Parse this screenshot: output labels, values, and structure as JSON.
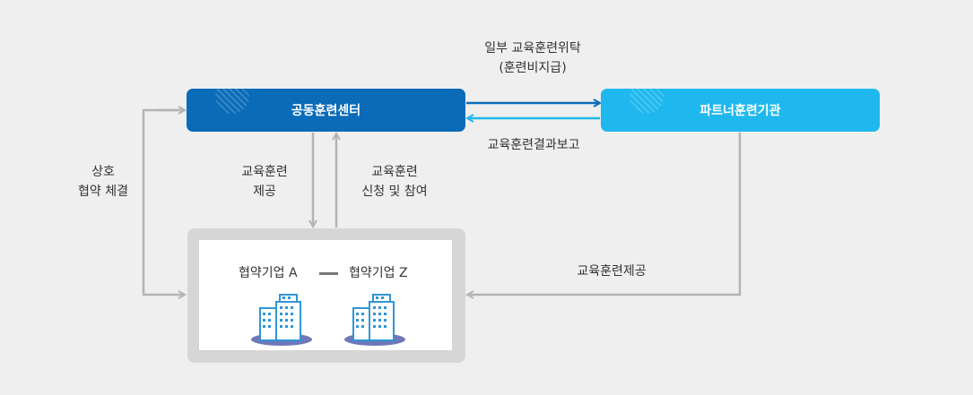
{
  "nodes": {
    "center": "공동훈련센터",
    "partner": "파트너훈련기관"
  },
  "edges": {
    "top_line1": "일부 교육훈련위탁",
    "top_line2": "(훈련비지급)",
    "report": "교육훈련결과보고",
    "mutual_line1": "상호",
    "mutual_line2": "협약 체결",
    "provide_line1": "교육훈련",
    "provide_line2": "제공",
    "apply_line1": "교육훈련",
    "apply_line2": "신청 및 참여",
    "partner_provide": "교육훈련제공"
  },
  "corporations": {
    "first": "협약기업 A",
    "last": "협약기업 Z"
  },
  "colors": {
    "center": "#0a6bb8",
    "partner": "#1fb8ee",
    "connector": "#b3b3b8",
    "building": "#2f96d6",
    "building_base": "#6e78b8"
  }
}
